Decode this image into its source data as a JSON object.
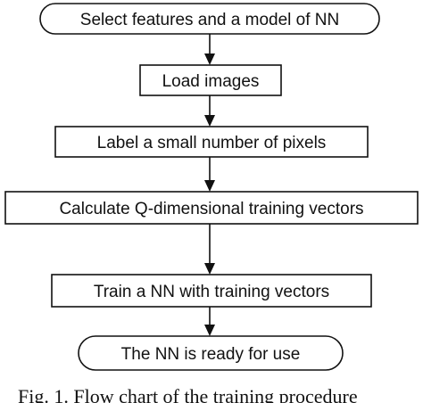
{
  "diagram": {
    "nodes": [
      {
        "id": "start",
        "shape": "terminal",
        "label": "Select features and a model of NN"
      },
      {
        "id": "load",
        "shape": "process",
        "label": "Load images"
      },
      {
        "id": "label",
        "shape": "process",
        "label": "Label a small number of pixels"
      },
      {
        "id": "calc",
        "shape": "process",
        "label": "Calculate Q-dimensional training vectors"
      },
      {
        "id": "train",
        "shape": "process",
        "label": "Train a NN with training vectors"
      },
      {
        "id": "end",
        "shape": "terminal",
        "label": "The NN is ready for use"
      }
    ],
    "edges": [
      {
        "from": "start",
        "to": "load"
      },
      {
        "from": "load",
        "to": "label"
      },
      {
        "from": "label",
        "to": "calc"
      },
      {
        "from": "calc",
        "to": "train"
      },
      {
        "from": "train",
        "to": "end"
      }
    ],
    "caption": "Fig. 1. Flow chart of the training procedure"
  }
}
